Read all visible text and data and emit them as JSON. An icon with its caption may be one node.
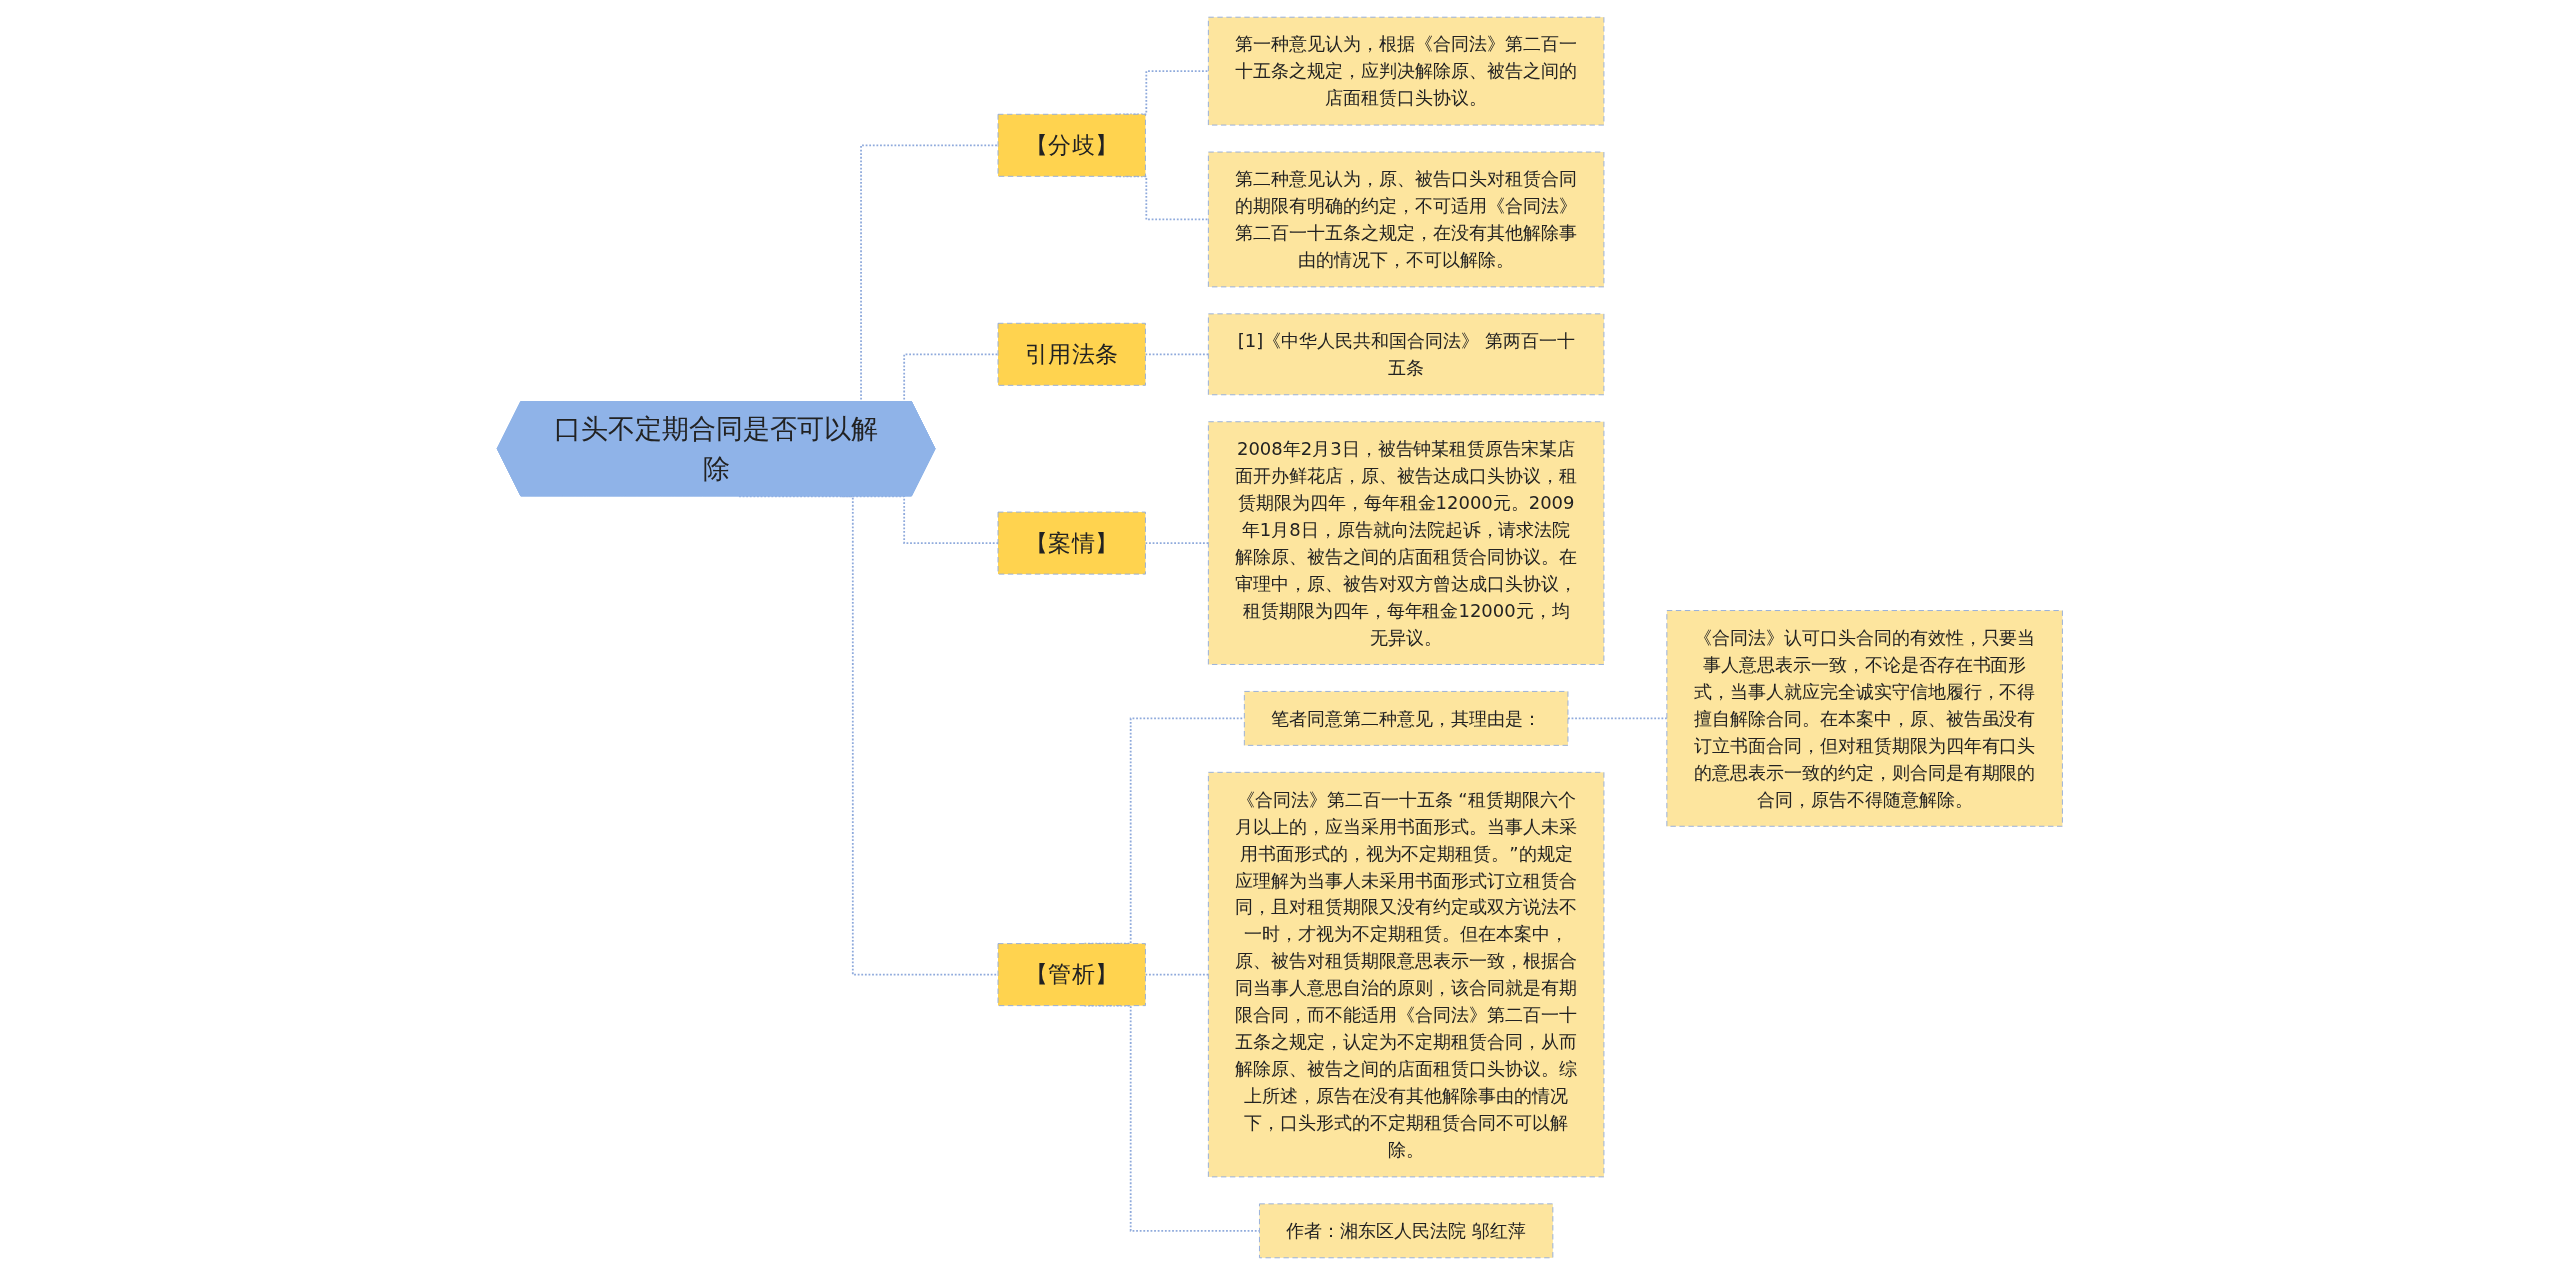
{
  "diagram": {
    "nodes": [
      {
        "text": [
          "口头不定期合同是否可以解除"
        ]
      },
      {
        "text": [
          "【分歧】"
        ]
      },
      {
        "text": [
          "第一种意见认为，根据《合同法》第二百一十五条之规定，应判决解除原、被告之间的店面租赁口头协议。"
        ]
      },
      {
        "text": [
          "第二种意见认为，原、被告口头对租赁合同的期限有明确的约定，不可适用《合同法》第二百一十五条之规定，在没有其他解除事由的情况下，不可以解除。"
        ]
      },
      {
        "text": [
          "引用法条"
        ]
      },
      {
        "text": [
          "[1]《中华人民共和国合同法》 第两百一十五条"
        ]
      },
      {
        "text": [
          "【案情】"
        ]
      },
      {
        "text": [
          "2008年2月3日，被告钟某租赁原告宋某店面开办鲜花店，原、被告达成口头协议，租赁期限为四年，每年租金12000元。2009年1月8日，原告就向法院起诉，请求法院解除原、被告之间的店面租赁合同协议。在审理中，原、被告对双方曾达成口头协议，租赁期限为四年，每年租金12000元，均无异议。"
        ]
      },
      {
        "text": [
          "【管析】"
        ]
      },
      {
        "text": [
          "笔者同意第二种意见，其理由是："
        ]
      },
      {
        "text": [
          "《合同法》认可口头合同的有效性，只要当事人意思表示一致，不论是否存在书面形式，当事人就应完全诚实守信地履行，不得擅自解除合同。在本案中，原、被告虽没有订立书面合同，但对租赁期限为四年有口头的意思表示一致的约定，则合同是有期限的合同，原告不得随意解除。"
        ]
      },
      {
        "text": [
          "《合同法》第二百一十五条 “租赁期限六个月以上的，应当采用书面形式。当事人未采用书面形式的，视为不定期租赁。”的规定应理解为当事人未采用书面形式订立租赁合同，且对租赁期限又没有约定或双方说法不一时，才视为不定期租赁。但在本案中，原、被告对租赁期限意思表示一致，根据合同当事人意思自治的原则，该合同就是有期限合同，而不能适用《合同法》第二百一十五条之规定，认定为不定期租赁合同，从而解除原、被告之间的店面租赁口头协议。综上所述，原告在没有其他解除事由的情况下，口头形式的不定期租赁合同不可以解除。"
        ]
      },
      {
        "text": [
          "作者：湘东区人民法院 邬红萍"
        ]
      }
    ],
    "edges": [
      {
        "from": 0,
        "to": 1,
        "arrow": "none",
        "style": "dashed"
      },
      {
        "from": 1,
        "to": 2,
        "arrow": "none",
        "style": "dashed"
      },
      {
        "from": 1,
        "to": 3,
        "arrow": "none",
        "style": "dashed"
      },
      {
        "from": 0,
        "to": 4,
        "arrow": "none",
        "style": "dashed"
      },
      {
        "from": 4,
        "to": 5,
        "arrow": "none",
        "style": "dashed"
      },
      {
        "from": 0,
        "to": 6,
        "arrow": "none",
        "style": "dashed"
      },
      {
        "from": 6,
        "to": 7,
        "arrow": "none",
        "style": "dashed"
      },
      {
        "from": 0,
        "to": 8,
        "arrow": "none",
        "style": "dashed"
      },
      {
        "from": 8,
        "to": 9,
        "arrow": "none",
        "style": "dashed"
      },
      {
        "from": 9,
        "to": 10,
        "arrow": "none",
        "style": "dashed"
      },
      {
        "from": 8,
        "to": 11,
        "arrow": "none",
        "style": "dashed"
      },
      {
        "from": 8,
        "to": 12,
        "arrow": "none",
        "style": "dashed"
      }
    ]
  }
}
